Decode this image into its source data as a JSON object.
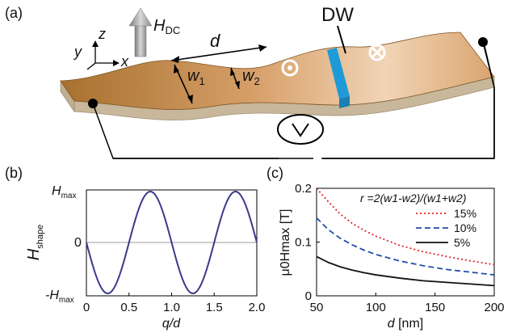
{
  "panel_a": {
    "label": "(a)",
    "field_label": "H",
    "field_sub": "DC",
    "axis_z": "z",
    "axis_y": "y",
    "axis_x": "x",
    "d_label": "d",
    "w1_label": "w",
    "w1_sub": "1",
    "w2_label": "w",
    "w2_sub": "2",
    "dw_label": "DW",
    "volt_symbol": "V",
    "colors": {
      "strip_top": "#d9a46e",
      "strip_dark": "#a8712f",
      "strip_side": "#c8b79a",
      "dw": "#1e9ad6"
    }
  },
  "panel_b": {
    "label": "(b)",
    "y_top": "H",
    "y_top_sub": "max",
    "y_zero": "0",
    "y_bottom": "-H",
    "y_bottom_sub": "max",
    "ylabel": "H",
    "ylabel_sub": "shape",
    "xlabel": "q/d",
    "x_ticks": [
      "0",
      "0.5",
      "1.0",
      "1.5",
      "2.0"
    ],
    "line_color": "#3a3a8c"
  },
  "panel_c": {
    "label": "(c)",
    "ylabel": "μ0Hmax [T]",
    "xlabel_var": "d",
    "xlabel_unit": "[nm]",
    "y_ticks": [
      "0",
      "0.1",
      "0.2"
    ],
    "x_ticks": [
      "50",
      "100",
      "150",
      "200"
    ],
    "legend_title": "r =2(w1-w2)/(w1+w2)",
    "legend": [
      "15%",
      "10%",
      "5%"
    ]
  },
  "chart_data": [
    {
      "type": "line",
      "title": "",
      "xlabel": "q/d",
      "ylabel": "Hshape",
      "xlim": [
        0,
        2.0
      ],
      "ylim": [
        -1,
        1
      ],
      "series": [
        {
          "x": [
            0,
            0.125,
            0.25,
            0.375,
            0.5,
            0.625,
            0.75,
            0.875,
            1.0,
            1.125,
            1.25,
            1.375,
            1.5,
            1.625,
            1.75,
            1.875,
            2.0
          ],
          "values": [
            0,
            -0.71,
            -1,
            -0.71,
            0,
            0.71,
            1,
            0.71,
            0,
            -0.71,
            -1,
            -0.71,
            0,
            0.71,
            1,
            0.71,
            0
          ]
        }
      ]
    },
    {
      "type": "line",
      "title": "",
      "xlabel": "d [nm]",
      "ylabel": "μ0Hmax [T]",
      "xlim": [
        50,
        200
      ],
      "ylim": [
        0,
        0.2
      ],
      "series": [
        {
          "name": "15%",
          "color": "#e0262b",
          "dash": "dotted",
          "x": [
            50,
            60,
            70,
            80,
            90,
            100,
            120,
            140,
            160,
            180,
            200
          ],
          "values": [
            0.205,
            0.175,
            0.152,
            0.135,
            0.122,
            0.111,
            0.094,
            0.082,
            0.073,
            0.065,
            0.058
          ]
        },
        {
          "name": "10%",
          "color": "#1f4fa8",
          "dash": "dashed",
          "x": [
            50,
            60,
            70,
            80,
            90,
            100,
            120,
            140,
            160,
            180,
            200
          ],
          "values": [
            0.145,
            0.123,
            0.107,
            0.095,
            0.085,
            0.077,
            0.065,
            0.056,
            0.049,
            0.044,
            0.039
          ]
        },
        {
          "name": "5%",
          "color": "#111111",
          "dash": "solid",
          "x": [
            50,
            60,
            70,
            80,
            90,
            100,
            120,
            140,
            160,
            180,
            200
          ],
          "values": [
            0.073,
            0.062,
            0.054,
            0.048,
            0.043,
            0.039,
            0.033,
            0.028,
            0.025,
            0.022,
            0.019
          ]
        }
      ]
    }
  ]
}
